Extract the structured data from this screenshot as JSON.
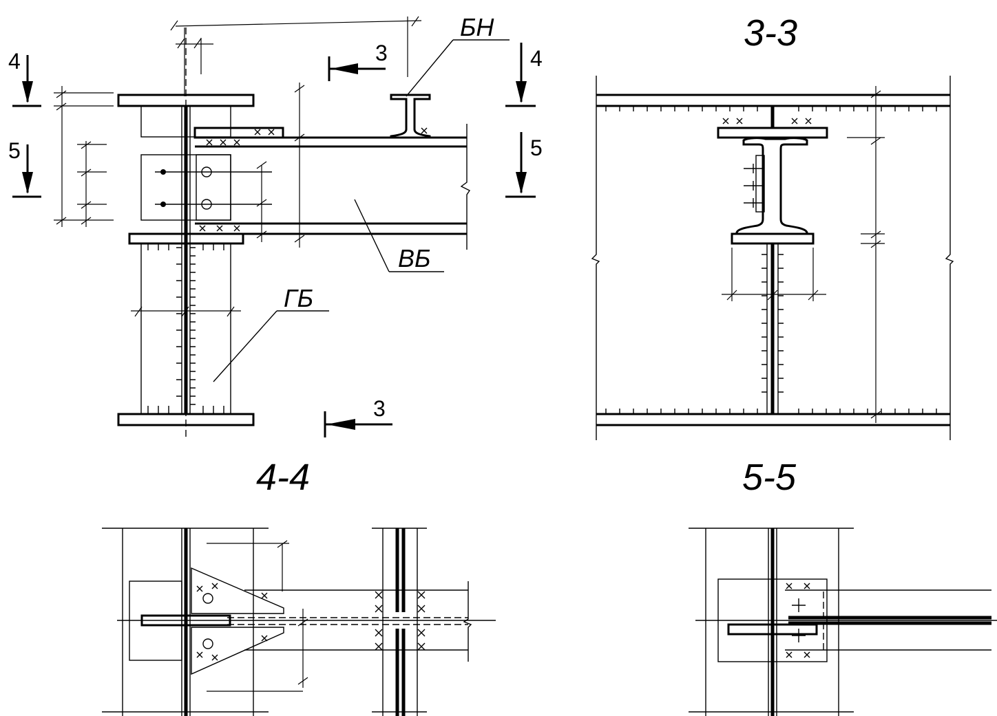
{
  "views": {
    "elevation": {
      "section_mark_3": "3",
      "section_mark_4": "4",
      "section_mark_5": "5",
      "beam_labels": {
        "bn": "БН",
        "vb": "ВБ",
        "gb": "ГБ"
      }
    },
    "section_3_3": {
      "title": "3-3"
    },
    "section_4_4": {
      "title": "4-4"
    },
    "section_5_5": {
      "title": "5-5"
    }
  },
  "colors": {
    "line": "#000000",
    "background": "#ffffff"
  }
}
